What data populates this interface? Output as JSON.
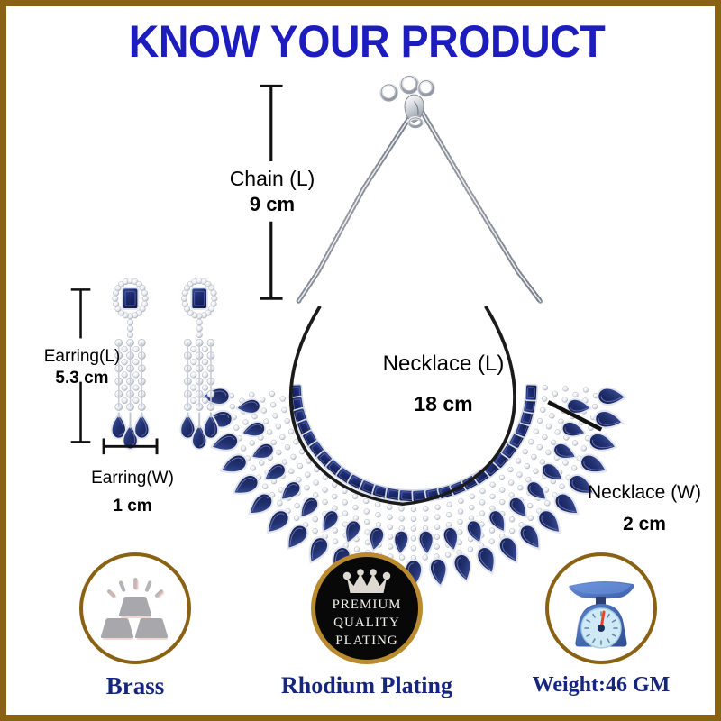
{
  "page": {
    "title": "KNOW YOUR PRODUCT",
    "border_color": "#8a6214",
    "title_color": "#1d1dbe",
    "background": "#ffffff"
  },
  "product": {
    "type": "necklace-and-earring-set",
    "metal_tone": "silver",
    "stone_color": "#1c2a6e",
    "accent_color": "#16267e"
  },
  "measurements": [
    {
      "id": "chain-length",
      "name": "Chain (L)",
      "value": "9 cm",
      "orientation": "vertical"
    },
    {
      "id": "earring-length",
      "name": "Earring(L)",
      "value": "5.3 cm",
      "orientation": "vertical"
    },
    {
      "id": "earring-width",
      "name": "Earring(W)",
      "value": "1 cm",
      "orientation": "horizontal"
    },
    {
      "id": "necklace-length",
      "name": "Necklace (L)",
      "value": "18 cm",
      "orientation": "arc"
    },
    {
      "id": "necklace-width",
      "name": "Necklace (W)",
      "value": "2 cm",
      "orientation": "diagonal"
    }
  ],
  "badges": [
    {
      "id": "material",
      "caption": "Brass",
      "icon": "gold-bars-icon",
      "style": "outline-ring"
    },
    {
      "id": "plating",
      "caption": "Rhodium Plating",
      "icon": "crown-icon",
      "style": "dark-seal",
      "seal_lines": [
        "PREMIUM",
        "QUALITY",
        "PLATING"
      ]
    },
    {
      "id": "weight",
      "caption": "Weight:46 GM",
      "icon": "weighing-scale-icon",
      "style": "outline-ring"
    }
  ]
}
